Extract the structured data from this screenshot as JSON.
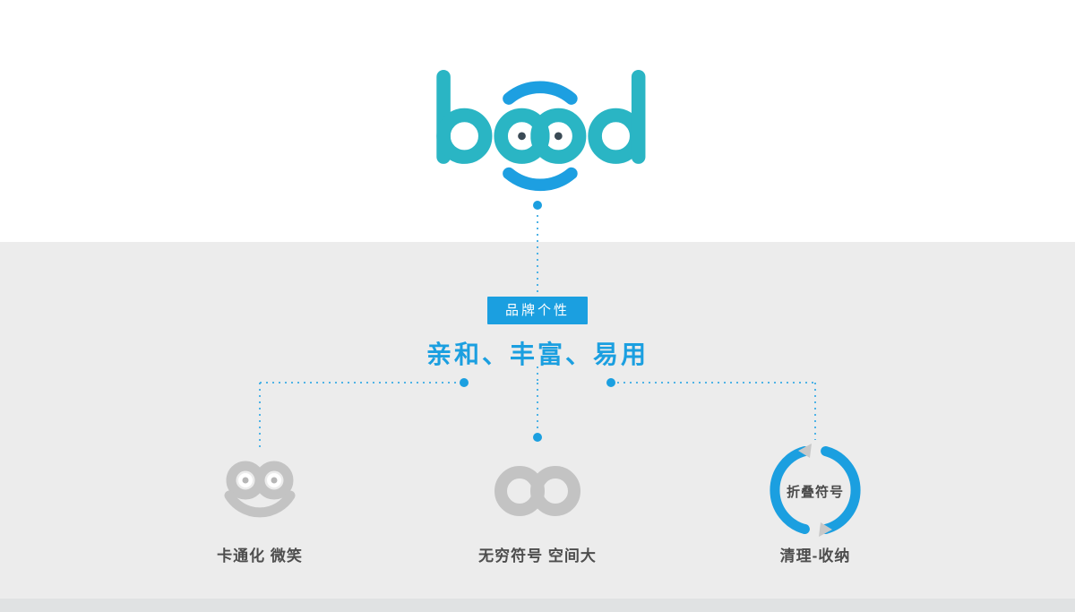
{
  "brand": {
    "wordmark": "bood"
  },
  "root": {
    "label": "品牌个性"
  },
  "headline": "亲和、丰富、易用",
  "branches": [
    {
      "icon": "cartoon-smile-face-icon",
      "caption": "卡通化 微笑"
    },
    {
      "icon": "infinity-icon",
      "caption": "无穷符号 空间大"
    },
    {
      "icon": "fold-cycle-arrows-icon",
      "caption": "清理-收纳",
      "inner_label": "折叠符号"
    }
  ],
  "colors": {
    "accent_blue": "#1b9fe0",
    "logo_teal": "#2ab5c4",
    "icon_gray": "#c3c3c3",
    "background_gray": "#ececec"
  }
}
